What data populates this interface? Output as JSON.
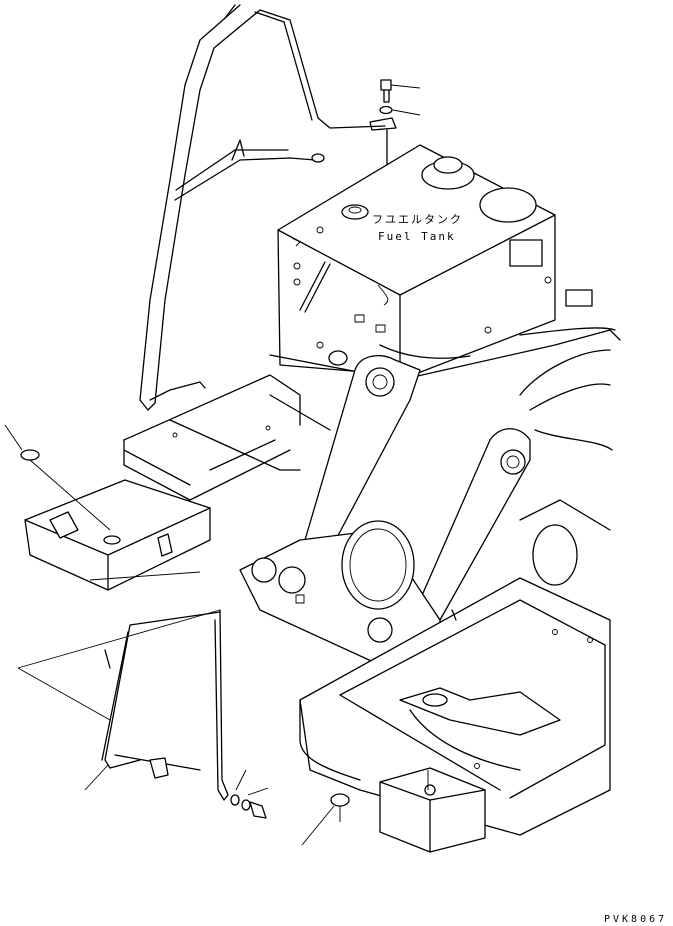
{
  "labels": {
    "fuel_tank_jp": "フユエルタンク",
    "fuel_tank_en": "Fuel Tank"
  },
  "drawing_code": "PVK8067"
}
